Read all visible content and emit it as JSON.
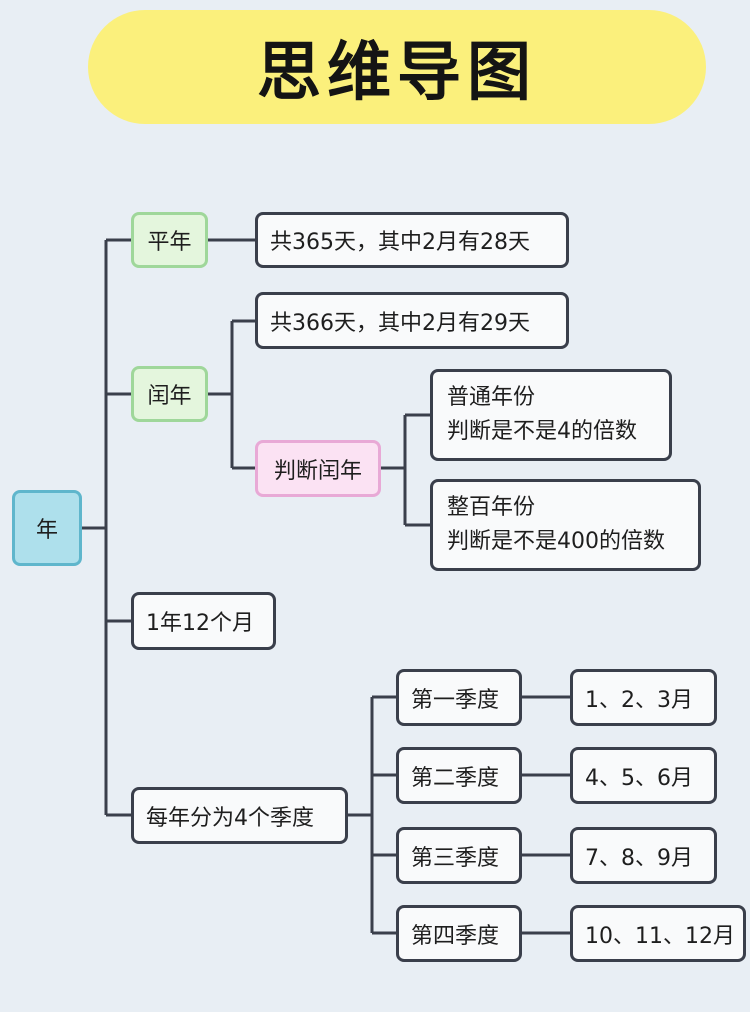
{
  "title": "思维导图",
  "root": "年",
  "common_year": {
    "label": "平年",
    "detail": "共365天，其中2月有28天"
  },
  "leap_year": {
    "label": "闰年",
    "detail": "共366天，其中2月有29天",
    "judge": {
      "label": "判断闰年",
      "rules": [
        {
          "line1": "普通年份",
          "line2": "判断是不是4的倍数"
        },
        {
          "line1": "整百年份",
          "line2": "判断是不是400的倍数"
        }
      ]
    }
  },
  "months": "1年12个月",
  "quarters": {
    "label": "每年分为4个季度",
    "items": [
      {
        "name": "第一季度",
        "months": "1、2、3月"
      },
      {
        "name": "第二季度",
        "months": "4、5、6月"
      },
      {
        "name": "第三季度",
        "months": "7、8、9月"
      },
      {
        "name": "第四季度",
        "months": "10、11、12月"
      }
    ]
  },
  "colors": {
    "background": "#e8eef4",
    "title_pill": "#fbf07c",
    "root_fill": "#aee0ec",
    "green_fill": "#e4f6dd",
    "pink_fill": "#fbe2f3",
    "line": "#3a3f4b"
  }
}
